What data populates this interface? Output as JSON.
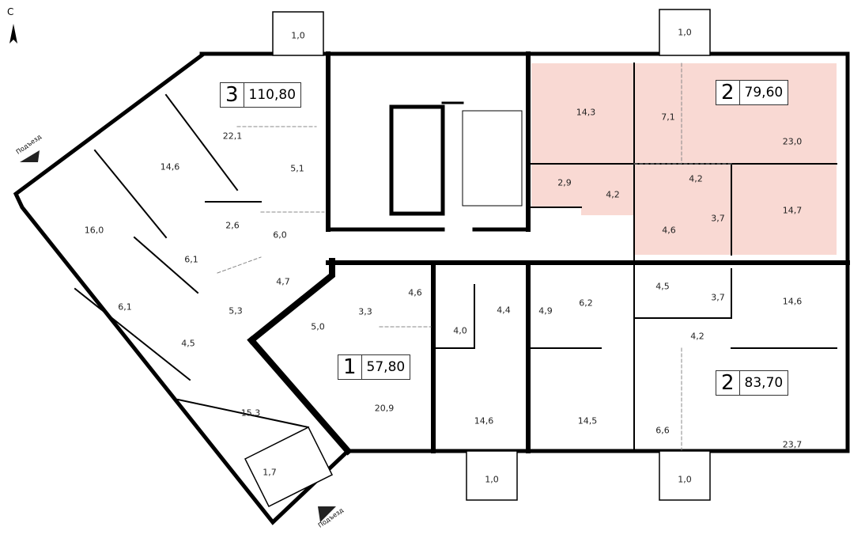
{
  "compass": {
    "north_label": "С"
  },
  "entrances": [
    {
      "label": "Подъезд"
    },
    {
      "label": "Подъезд"
    }
  ],
  "colors": {
    "highlight": "#f9d9d3",
    "wall": "#000000"
  },
  "apartments": [
    {
      "rooms": "3",
      "area": "110,80"
    },
    {
      "rooms": "2",
      "area": "79,60"
    },
    {
      "rooms": "1",
      "area": "57,80"
    },
    {
      "rooms": "2",
      "area": "83,70"
    }
  ],
  "balconies": [
    "1,0",
    "1,0",
    "1,0",
    "1,0",
    "1,7"
  ],
  "rooms": [
    "22,1",
    "14,6",
    "5,1",
    "16,0",
    "2,6",
    "6,0",
    "6,1",
    "4,7",
    "6,1",
    "5,3",
    "4,5",
    "15,3",
    "3,3",
    "4,6",
    "5,0",
    "4,0",
    "4,4",
    "20,9",
    "14,6",
    "4,9",
    "6,2",
    "14,5",
    "4,5",
    "3,7",
    "14,6",
    "4,2",
    "6,6",
    "23,7",
    "14,3",
    "7,1",
    "23,0",
    "2,9",
    "4,2",
    "4,2",
    "3,7",
    "4,6",
    "14,7"
  ]
}
